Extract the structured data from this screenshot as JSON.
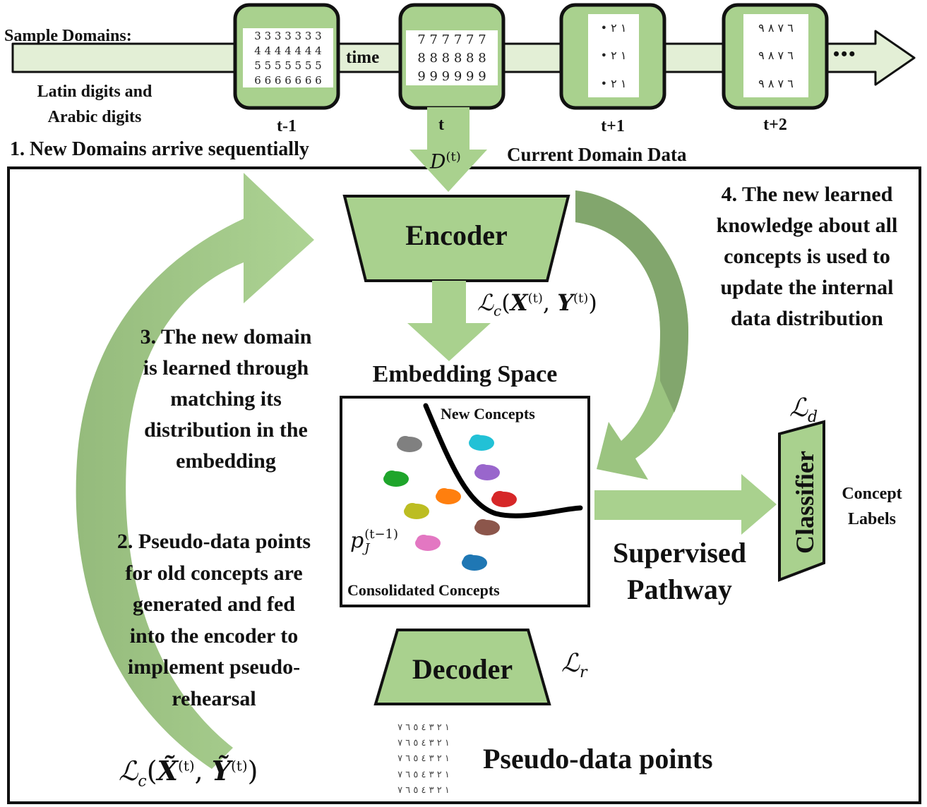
{
  "timeline": {
    "sample_domains_label": "Sample Domains:",
    "domain_description_line1": "Latin digits and",
    "domain_description_line2": "Arabic digits",
    "time_label": "time",
    "ellipsis": "•••",
    "current_domain_data_label": "Current Domain Data",
    "frames": [
      {
        "label": "t-1",
        "rows": [
          "3 3 3 3 3 3 3",
          "4 4 4 4 4 4 4",
          "5 5 5 5 5 5 5",
          "6 6 6 6 6 6 6"
        ]
      },
      {
        "label": "t",
        "rows": [
          "7 7 7 7 7 7",
          "8 8 8 8 8 8",
          "9 9 9 9 9 9"
        ]
      },
      {
        "label": "t+1",
        "rows": [
          "• ١ ٢",
          "• ١ ٢",
          "• ١ ٢"
        ]
      },
      {
        "label": "t+2",
        "rows": [
          "٦ ٧ ٨ ٩",
          "٦ ٧ ٨ ٩",
          "٦ ٧ ٨ ٩"
        ]
      }
    ]
  },
  "steps": {
    "step1": "1. New Domains arrive sequentially",
    "step2_lines": [
      "2. Pseudo-data points",
      "for old concepts are",
      "generated and fed",
      "into the encoder to",
      "implement pseudo-",
      "rehearsal"
    ],
    "step3_lines": [
      "3. The new domain",
      "is learned through",
      "matching its",
      "distribution in the",
      "embedding"
    ],
    "step4_lines": [
      "4. The new learned",
      "knowledge about all",
      "concepts is used to",
      "update the internal",
      "data distribution"
    ]
  },
  "math": {
    "domain_data": "D",
    "domain_data_sup": "(t)",
    "loss_c_encoder": "ℒc(X(t), Y(t))",
    "loss_c_encoder_parts": {
      "L": "ℒ",
      "sub": "c",
      "X": "X",
      "sup1": "(t)",
      "Y": "Y",
      "sup2": "(t)"
    },
    "loss_d": {
      "L": "ℒ",
      "sub": "d"
    },
    "loss_r": {
      "L": "ℒ",
      "sub": "r"
    },
    "prior": {
      "p": "p",
      "sub": "J",
      "sup": "(t−1)"
    },
    "loss_c_pseudo_parts": {
      "L": "ℒ",
      "sub": "c",
      "X": "X̃",
      "sup1": "(t)",
      "Y": "Ỹ",
      "sup2": "(t)"
    }
  },
  "blocks": {
    "encoder_label": "Encoder",
    "decoder_label": "Decoder",
    "classifier_label": "Classifier"
  },
  "embedding": {
    "title": "Embedding Space",
    "new_concepts_label": "New Concepts",
    "consolidated_concepts_label": "Consolidated Concepts",
    "cluster_colors": [
      "#808080",
      "#22c1d6",
      "#9966cc",
      "#1fa52b",
      "#ff7f0e",
      "#d62728",
      "#bcbd22",
      "#8c564b",
      "#e377c2",
      "#1f77b4"
    ]
  },
  "labels": {
    "supervised_pathway_line1": "Supervised",
    "supervised_pathway_line2": "Pathway",
    "concept_labels_line1": "Concept",
    "concept_labels_line2": "Labels",
    "pseudo_data_points": "Pseudo-data points"
  },
  "pseudo_samples": {
    "rows": [
      "١ ٢ ٣ ٤ ٥ ٦ ٧",
      "١ ٢ ٣ ٤ ٥ ٦ ٧",
      "١ ٢ ٣ ٤ ٥ ٦ ٧",
      "١ ٢ ٣ ٤ ٥ ٦ ٧",
      "١ ٢ ٣ ٤ ٥ ٦ ٧"
    ]
  },
  "colors": {
    "block_fill": "#a9d18e",
    "arrow_fill": "#a9d18e",
    "arrow_dark": "#7fa36a",
    "outline": "#000000"
  }
}
